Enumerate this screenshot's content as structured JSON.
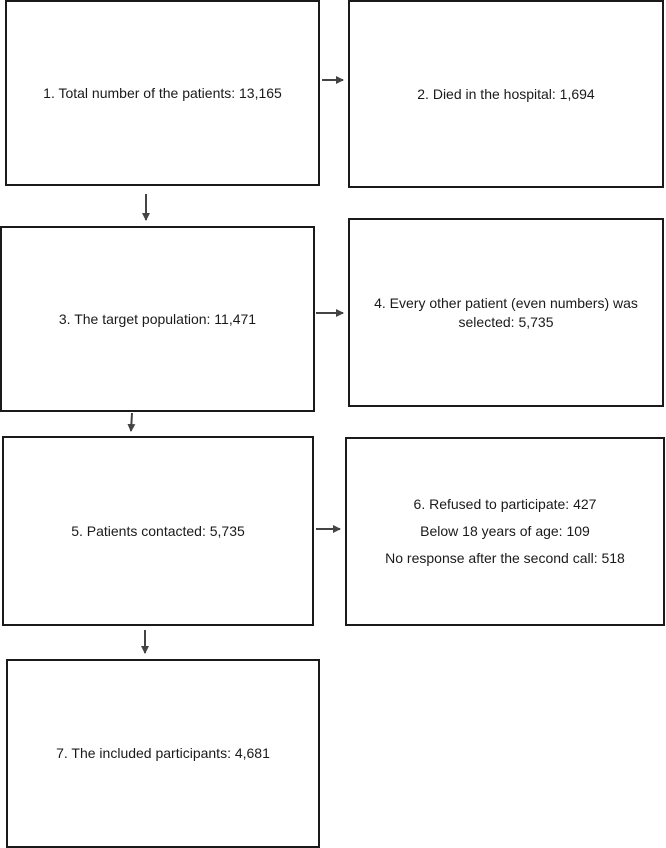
{
  "boxes": [
    {
      "id": "b1",
      "lines": [
        "1. Total number of the patients: 13,165"
      ]
    },
    {
      "id": "b2",
      "lines": [
        "2. Died in the hospital: 1,694"
      ]
    },
    {
      "id": "b3",
      "lines": [
        "3. The target population: 11,471"
      ]
    },
    {
      "id": "b4",
      "lines": [
        "4. Every other patient (even numbers) was selected: 5,735"
      ]
    },
    {
      "id": "b5",
      "lines": [
        "5. Patients contacted: 5,735"
      ]
    },
    {
      "id": "b6",
      "lines": [
        "6. Refused to participate: 427",
        "Below 18 years of age: 109",
        "No response after the second call: 518"
      ]
    },
    {
      "id": "b7",
      "lines": [
        "7. The included participants: 4,681"
      ]
    }
  ],
  "colors": {
    "border": "#1a1a1a",
    "arrow": "#444444"
  }
}
